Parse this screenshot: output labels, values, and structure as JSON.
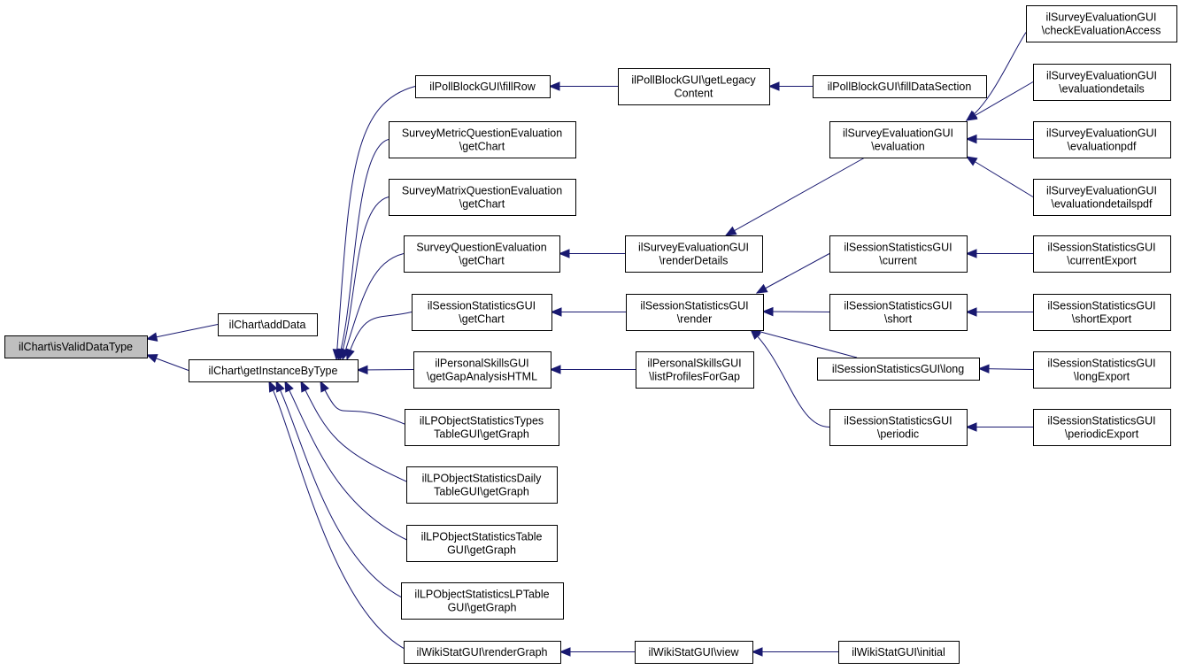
{
  "colors": {
    "edge": "#191970",
    "root_fill": "#bfbfbf",
    "node_fill": "#ffffff",
    "node_border": "#000000"
  },
  "nodes": {
    "root": {
      "lines": [
        "ilChart\\isValidDataType"
      ]
    },
    "addData": {
      "lines": [
        "ilChart\\addData"
      ]
    },
    "getInstance": {
      "lines": [
        "ilChart\\getInstanceByType"
      ]
    },
    "pbFillRow": {
      "lines": [
        "ilPollBlockGUI\\fillRow"
      ]
    },
    "metricChart": {
      "lines": [
        "SurveyMetricQuestionEvaluation",
        "\\getChart"
      ]
    },
    "matrixChart": {
      "lines": [
        "SurveyMatrixQuestionEvaluation",
        "\\getChart"
      ]
    },
    "sqChart": {
      "lines": [
        "SurveyQuestionEvaluation",
        "\\getChart"
      ]
    },
    "ssChart": {
      "lines": [
        "ilSessionStatisticsGUI",
        "\\getChart"
      ]
    },
    "psGap": {
      "lines": [
        "ilPersonalSkillsGUI",
        "\\getGapAnalysisHTML"
      ]
    },
    "lpTypes": {
      "lines": [
        "ilLPObjectStatisticsTypes",
        "TableGUI\\getGraph"
      ]
    },
    "lpDaily": {
      "lines": [
        "ilLPObjectStatisticsDaily",
        "TableGUI\\getGraph"
      ]
    },
    "lpTable": {
      "lines": [
        "ilLPObjectStatisticsTable",
        "GUI\\getGraph"
      ]
    },
    "lpLP": {
      "lines": [
        "ilLPObjectStatisticsLPTable",
        "GUI\\getGraph"
      ]
    },
    "wikiRender": {
      "lines": [
        "ilWikiStatGUI\\renderGraph"
      ]
    },
    "pbLegacy": {
      "lines": [
        "ilPollBlockGUI\\getLegacy",
        "Content"
      ]
    },
    "seRenderDetails": {
      "lines": [
        "ilSurveyEvaluationGUI",
        "\\renderDetails"
      ]
    },
    "ssRender": {
      "lines": [
        "ilSessionStatisticsGUI",
        "\\render"
      ]
    },
    "psList": {
      "lines": [
        "ilPersonalSkillsGUI",
        "\\listProfilesForGap"
      ]
    },
    "wikiView": {
      "lines": [
        "ilWikiStatGUI\\view"
      ]
    },
    "pbFillData": {
      "lines": [
        "ilPollBlockGUI\\fillDataSection"
      ]
    },
    "seEval": {
      "lines": [
        "ilSurveyEvaluationGUI",
        "\\evaluation"
      ]
    },
    "ssCurrent": {
      "lines": [
        "ilSessionStatisticsGUI",
        "\\current"
      ]
    },
    "ssShort": {
      "lines": [
        "ilSessionStatisticsGUI",
        "\\short"
      ]
    },
    "ssLong": {
      "lines": [
        "ilSessionStatisticsGUI\\long"
      ]
    },
    "ssPeriodic": {
      "lines": [
        "ilSessionStatisticsGUI",
        "\\periodic"
      ]
    },
    "wikiInitial": {
      "lines": [
        "ilWikiStatGUI\\initial"
      ]
    },
    "seCheck": {
      "lines": [
        "ilSurveyEvaluationGUI",
        "\\checkEvaluationAccess"
      ]
    },
    "seDetails": {
      "lines": [
        "ilSurveyEvaluationGUI",
        "\\evaluationdetails"
      ]
    },
    "sePdf": {
      "lines": [
        "ilSurveyEvaluationGUI",
        "\\evaluationpdf"
      ]
    },
    "seDetailsPdf": {
      "lines": [
        "ilSurveyEvaluationGUI",
        "\\evaluationdetailspdf"
      ]
    },
    "ssCurrentExp": {
      "lines": [
        "ilSessionStatisticsGUI",
        "\\currentExport"
      ]
    },
    "ssShortExp": {
      "lines": [
        "ilSessionStatisticsGUI",
        "\\shortExport"
      ]
    },
    "ssLongExp": {
      "lines": [
        "ilSessionStatisticsGUI",
        "\\longExport"
      ]
    },
    "ssPeriodicExp": {
      "lines": [
        "ilSessionStatisticsGUI",
        "\\periodicExport"
      ]
    }
  },
  "edges": [
    [
      "addData",
      "root"
    ],
    [
      "getInstance",
      "root"
    ],
    [
      "pbFillRow",
      "getInstance"
    ],
    [
      "metricChart",
      "getInstance"
    ],
    [
      "matrixChart",
      "getInstance"
    ],
    [
      "sqChart",
      "getInstance"
    ],
    [
      "ssChart",
      "getInstance"
    ],
    [
      "psGap",
      "getInstance"
    ],
    [
      "lpTypes",
      "getInstance"
    ],
    [
      "lpDaily",
      "getInstance"
    ],
    [
      "lpTable",
      "getInstance"
    ],
    [
      "lpLP",
      "getInstance"
    ],
    [
      "wikiRender",
      "getInstance"
    ],
    [
      "pbLegacy",
      "pbFillRow"
    ],
    [
      "pbFillData",
      "pbLegacy"
    ],
    [
      "seRenderDetails",
      "sqChart"
    ],
    [
      "seEval",
      "seRenderDetails"
    ],
    [
      "seCheck",
      "seEval"
    ],
    [
      "seDetails",
      "seEval"
    ],
    [
      "sePdf",
      "seEval"
    ],
    [
      "seDetailsPdf",
      "seEval"
    ],
    [
      "ssRender",
      "ssChart"
    ],
    [
      "ssCurrent",
      "ssRender"
    ],
    [
      "ssShort",
      "ssRender"
    ],
    [
      "ssLong",
      "ssRender"
    ],
    [
      "ssPeriodic",
      "ssRender"
    ],
    [
      "ssCurrentExp",
      "ssCurrent"
    ],
    [
      "ssShortExp",
      "ssShort"
    ],
    [
      "ssLongExp",
      "ssLong"
    ],
    [
      "ssPeriodicExp",
      "ssPeriodic"
    ],
    [
      "psList",
      "psGap"
    ],
    [
      "wikiView",
      "wikiRender"
    ],
    [
      "wikiInitial",
      "wikiView"
    ]
  ]
}
